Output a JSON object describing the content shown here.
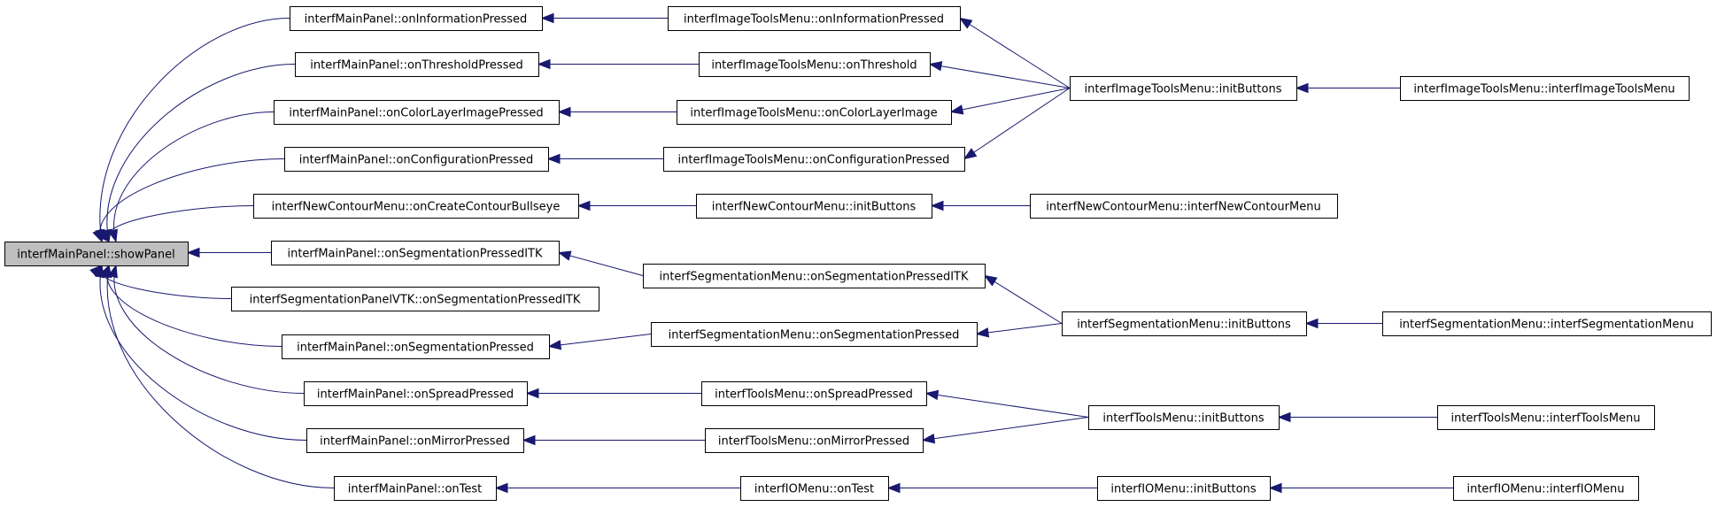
{
  "graph": {
    "edge_color": "#191970",
    "root_fill": "#bfbfbf",
    "nodes": [
      {
        "id": "root",
        "label": "interfMainPanel::showPanel",
        "root": true
      },
      {
        "id": "mp_info",
        "label": "interfMainPanel::onInformationPressed"
      },
      {
        "id": "mp_thr",
        "label": "interfMainPanel::onThresholdPressed"
      },
      {
        "id": "mp_color",
        "label": "interfMainPanel::onColorLayerImagePressed"
      },
      {
        "id": "mp_conf",
        "label": "interfMainPanel::onConfigurationPressed"
      },
      {
        "id": "nc_bull",
        "label": "interfNewContourMenu::onCreateContourBullseye"
      },
      {
        "id": "mp_segitk",
        "label": "interfMainPanel::onSegmentationPressedITK"
      },
      {
        "id": "spvtk",
        "label": "interfSegmentationPanelVTK::onSegmentationPressedITK"
      },
      {
        "id": "mp_seg",
        "label": "interfMainPanel::onSegmentationPressed"
      },
      {
        "id": "mp_spread",
        "label": "interfMainPanel::onSpreadPressed"
      },
      {
        "id": "mp_mirror",
        "label": "interfMainPanel::onMirrorPressed"
      },
      {
        "id": "mp_test",
        "label": "interfMainPanel::onTest"
      },
      {
        "id": "it_info",
        "label": "interfImageToolsMenu::onInformationPressed"
      },
      {
        "id": "it_thr",
        "label": "interfImageToolsMenu::onThreshold"
      },
      {
        "id": "it_color",
        "label": "interfImageToolsMenu::onColorLayerImage"
      },
      {
        "id": "it_conf",
        "label": "interfImageToolsMenu::onConfigurationPressed"
      },
      {
        "id": "nc_init",
        "label": "interfNewContourMenu::initButtons"
      },
      {
        "id": "sm_segitk",
        "label": "interfSegmentationMenu::onSegmentationPressedITK"
      },
      {
        "id": "sm_seg",
        "label": "interfSegmentationMenu::onSegmentationPressed"
      },
      {
        "id": "tm_spread",
        "label": "interfToolsMenu::onSpreadPressed"
      },
      {
        "id": "tm_mirror",
        "label": "interfToolsMenu::onMirrorPressed"
      },
      {
        "id": "io_test",
        "label": "interfIOMenu::onTest"
      },
      {
        "id": "it_init",
        "label": "interfImageToolsMenu::initButtons"
      },
      {
        "id": "nc_ctor",
        "label": "interfNewContourMenu::interfNewContourMenu"
      },
      {
        "id": "sm_init",
        "label": "interfSegmentationMenu::initButtons"
      },
      {
        "id": "tm_init",
        "label": "interfToolsMenu::initButtons"
      },
      {
        "id": "io_init",
        "label": "interfIOMenu::initButtons"
      },
      {
        "id": "it_ctor",
        "label": "interfImageToolsMenu::interfImageToolsMenu"
      },
      {
        "id": "sm_ctor",
        "label": "interfSegmentationMenu::interfSegmentationMenu"
      },
      {
        "id": "tm_ctor",
        "label": "interfToolsMenu::interfToolsMenu"
      },
      {
        "id": "io_ctor",
        "label": "interfIOMenu::interfIOMenu"
      }
    ],
    "edges": [
      {
        "from": "mp_info",
        "to": "root"
      },
      {
        "from": "mp_thr",
        "to": "root"
      },
      {
        "from": "mp_color",
        "to": "root"
      },
      {
        "from": "mp_conf",
        "to": "root"
      },
      {
        "from": "nc_bull",
        "to": "root"
      },
      {
        "from": "mp_segitk",
        "to": "root"
      },
      {
        "from": "spvtk",
        "to": "root"
      },
      {
        "from": "mp_seg",
        "to": "root"
      },
      {
        "from": "mp_spread",
        "to": "root"
      },
      {
        "from": "mp_mirror",
        "to": "root"
      },
      {
        "from": "mp_test",
        "to": "root"
      },
      {
        "from": "it_info",
        "to": "mp_info"
      },
      {
        "from": "it_thr",
        "to": "mp_thr"
      },
      {
        "from": "it_color",
        "to": "mp_color"
      },
      {
        "from": "it_conf",
        "to": "mp_conf"
      },
      {
        "from": "nc_init",
        "to": "nc_bull"
      },
      {
        "from": "sm_segitk",
        "to": "mp_segitk"
      },
      {
        "from": "sm_seg",
        "to": "mp_seg"
      },
      {
        "from": "tm_spread",
        "to": "mp_spread"
      },
      {
        "from": "tm_mirror",
        "to": "mp_mirror"
      },
      {
        "from": "io_test",
        "to": "mp_test"
      },
      {
        "from": "it_init",
        "to": "it_info"
      },
      {
        "from": "it_init",
        "to": "it_thr"
      },
      {
        "from": "it_init",
        "to": "it_color"
      },
      {
        "from": "it_init",
        "to": "it_conf"
      },
      {
        "from": "nc_ctor",
        "to": "nc_init"
      },
      {
        "from": "sm_init",
        "to": "sm_segitk"
      },
      {
        "from": "sm_init",
        "to": "sm_seg"
      },
      {
        "from": "tm_init",
        "to": "tm_spread"
      },
      {
        "from": "tm_init",
        "to": "tm_mirror"
      },
      {
        "from": "io_init",
        "to": "io_test"
      },
      {
        "from": "it_ctor",
        "to": "it_init"
      },
      {
        "from": "sm_ctor",
        "to": "sm_init"
      },
      {
        "from": "tm_ctor",
        "to": "tm_init"
      },
      {
        "from": "io_ctor",
        "to": "io_init"
      }
    ]
  }
}
